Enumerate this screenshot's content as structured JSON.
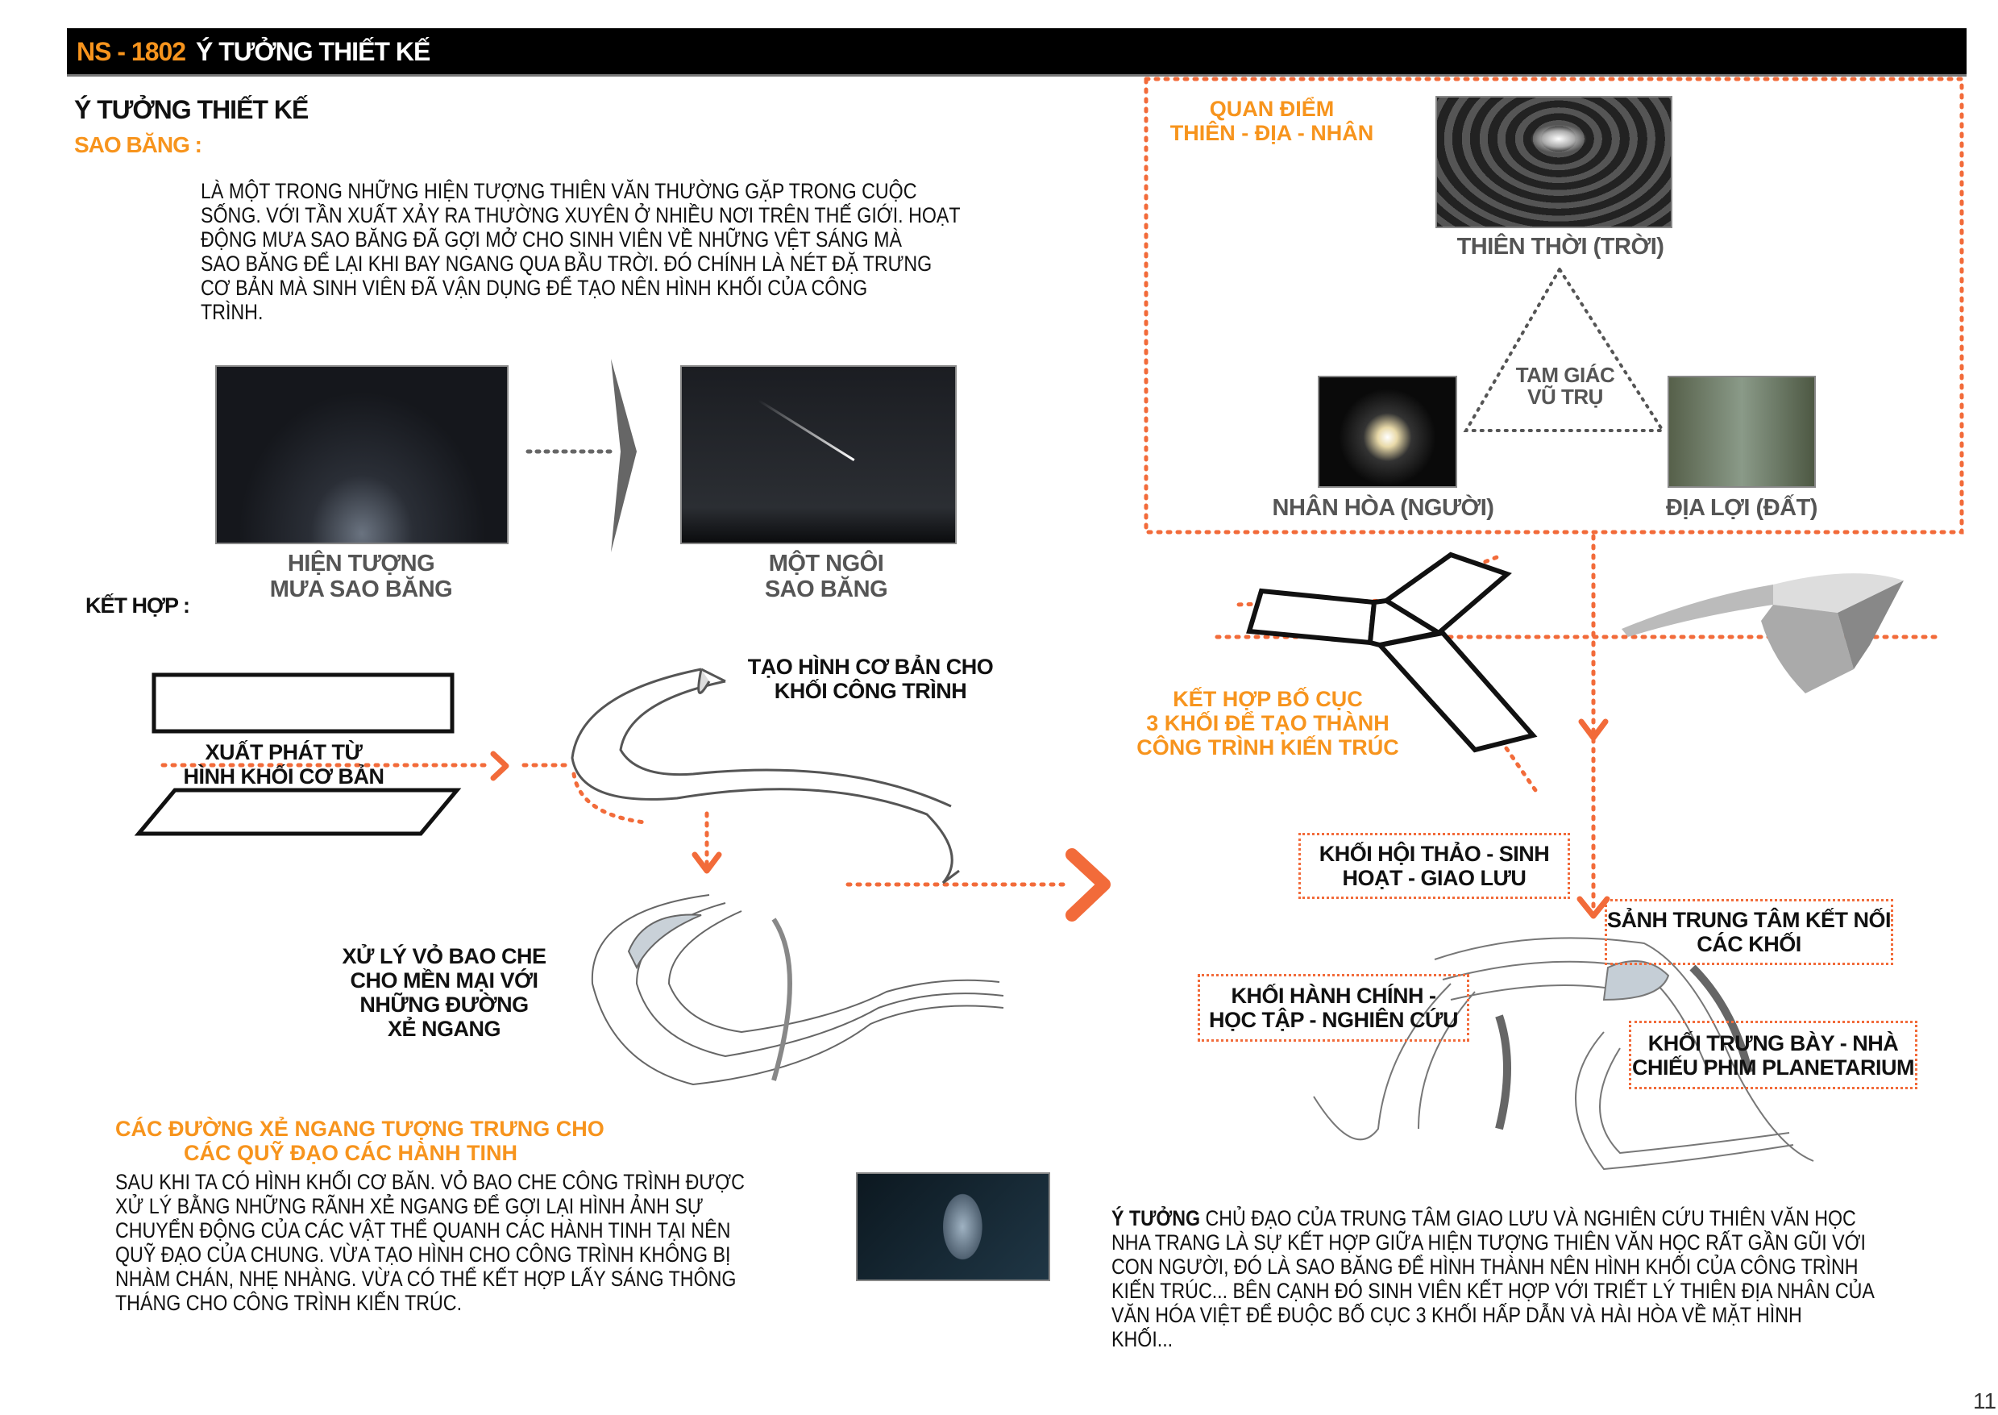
{
  "header": {
    "code": "NS - 1802",
    "title": "Ý TƯỞNG THIẾT KẾ"
  },
  "section": {
    "title": "Ý TƯỞNG THIẾT KẾ",
    "subtitle": "SAO BĂNG :"
  },
  "intro": {
    "lines": [
      "LÀ MỘT TRONG NHỮNG HIỆN TƯỢNG THIÊN VĂN THƯỜNG GẶP TRONG CUỘC",
      "SỐNG. VỚI TẦN XUẤT XẢY RA THƯỜNG XUYÊN Ở NHIỀU NƠI TRÊN THẾ GIỚI. HOẠT",
      "ĐỘNG MƯA SAO BĂNG ĐÃ GỢI MỞ CHO SINH VIÊN VỀ NHỮNG VỆT SÁNG MÀ",
      "SAO BĂNG ĐỂ LẠI KHI BAY NGANG QUA BẦU TRỜI. ĐÓ CHÍNH LÀ NÉT ĐẶ TRƯNG",
      "CƠ BẢN MÀ SINH VIÊN ĐÃ VẬN DỤNG ĐỂ TẠO NÊN HÌNH KHỐI CỦA CÔNG",
      "TRÌNH."
    ]
  },
  "photos": {
    "meteor_shower": [
      "HIỆN TƯỢNG",
      "MƯA SAO BĂNG"
    ],
    "single_meteor": [
      "MỘT NGÔI",
      "SAO BĂNG"
    ]
  },
  "combine_label": "KẾT HỢP :",
  "basic_form": [
    "XUẤT PHÁT TỪ",
    "HÌNH KHỐI CƠ BẢN"
  ],
  "shape_label": [
    "TẠO HÌNH CƠ BẢN CHO",
    "KHỐI CÔNG TRÌNH"
  ],
  "shell_label": [
    "XỬ LÝ VỎ BAO CHE",
    "CHO MỀN MẠI VỚI",
    "NHỮNG ĐƯỜNG",
    "XẺ NGANG"
  ],
  "orbit": {
    "heading": [
      "CÁC ĐƯỜNG XẺ NGANG TƯỢNG TRƯNG CHO",
      "CÁC QUỸ ĐẠO CÁC HÀNH TINH"
    ],
    "lines": [
      "SAU KHI TA CÓ HÌNH KHỐI CƠ BĂN. VỎ BAO CHE CÔNG TRÌNH ĐƯỢC",
      "XỬ LÝ BẰNG NHỮNG RÃNH XẺ NGANG ĐỂ GỢI LẠI HÌNH ẢNH SỰ",
      "CHUYỂN ĐỘNG CỦA CÁC VẬT THỂ QUANH CÁC HÀNH TINH TẠI NÊN",
      "QUỸ ĐẠO CỦA CHUNG. VỪA TẠO HÌNH CHO CÔNG TRÌNH KHÔNG BỊ",
      "NHÀM CHÁN, NHẸ NHÀNG. VỪA CÓ THỂ KẾT HỢP LẤY SÁNG THÔNG",
      "THÁNG CHO CÔNG TRÌNH KIẾN TRÚC."
    ]
  },
  "philosophy": {
    "heading": [
      "QUAN ĐIỂM",
      "THIÊN - ĐỊA - NHÂN"
    ],
    "heaven": "THIÊN THỜI (TRỜI)",
    "center": [
      "TAM GIÁC",
      "VŨ TRỤ"
    ],
    "human": "NHÂN HÒA (NGƯỜI)",
    "earth": "ĐỊA LỢI (ĐẤT)"
  },
  "layout_label": [
    "KẾT HỢP BỐ CỤC",
    "3 KHỐI ĐỂ TẠO THÀNH",
    "CÔNG TRÌNH KIẾN TRÚC"
  ],
  "blocks": {
    "workshop": [
      "KHỐI HỘI THẢO - SINH",
      "HOẠT - GIAO LƯU"
    ],
    "lobby": [
      "SẢNH TRUNG TÂM KẾT NỐI",
      "CÁC KHỐI"
    ],
    "admin": [
      "KHỐI HÀNH CHÍNH -",
      "HỌC TẬP - NGHIÊN CỨU"
    ],
    "exhibit": [
      "KHỐI TRƯNG BÀY - NHÀ",
      "CHIẾU PHIM PLANETARIUM"
    ]
  },
  "summary": {
    "lead": "Ý TƯỞNG",
    "lines": [
      " CHỦ ĐẠO CỦA TRUNG TÂM GIAO LƯU VÀ NGHIÊN CỨU THIÊN VĂN HỌC",
      "NHA TRANG LÀ SỰ KẾT HỢP GIỮA HIỆN TƯỢNG THIÊN VĂN HỌC RẤT GẦN GŨI VỚI",
      "CON NGƯỜI, ĐÓ LÀ SAO BĂNG ĐỂ HÌNH THÀNH NÊN HÌNH KHỐI CỦA CÔNG TRÌNH",
      "KIẾN TRÚC... BÊN CẠNH ĐÓ SINH VIÊN KẾT HỢP VỚI TRIẾT LÝ THIÊN ĐỊA NHÂN CỦA",
      "VĂN HÓA VIỆT ĐỂ ĐUỘC BỐ CỤC 3 KHỐI HẤP DẪN VÀ HÀI HÒA VỀ MẶT HÌNH",
      "KHỐI..."
    ]
  },
  "page_number": "11",
  "colors": {
    "orange": "#f7941d",
    "dot": "#f26b3a"
  }
}
